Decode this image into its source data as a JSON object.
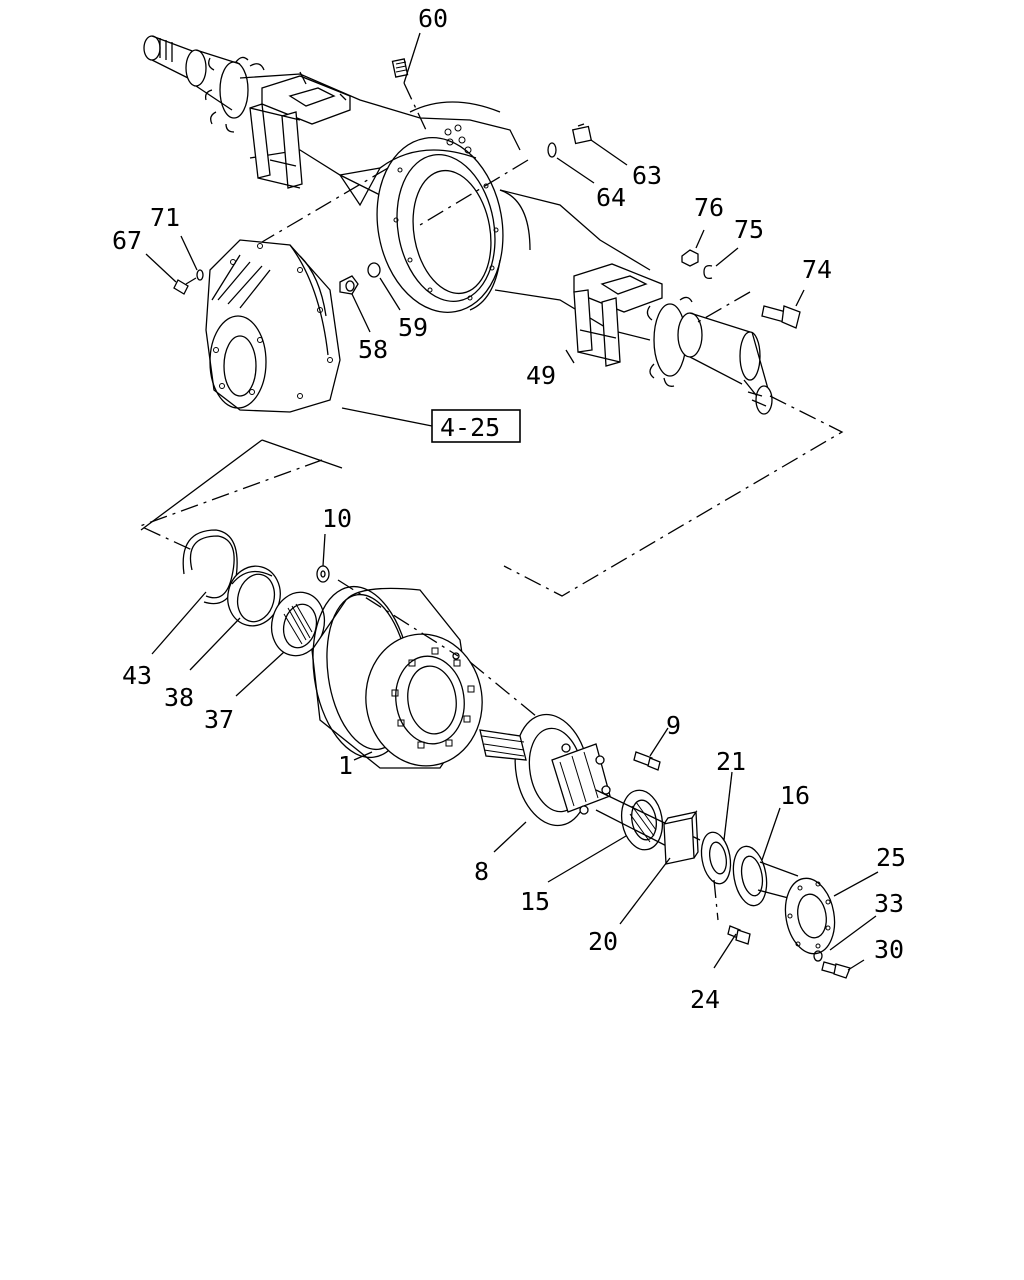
{
  "labels": {
    "p60": "60",
    "p63": "63",
    "p64": "64",
    "p67": "67",
    "p71": "71",
    "p76": "76",
    "p75": "75",
    "p74": "74",
    "p58": "58",
    "p59": "59",
    "p49": "49",
    "ref": "4-25",
    "p10": "10",
    "p43": "43",
    "p38": "38",
    "p37": "37",
    "p1": "1",
    "p9": "9",
    "p21": "21",
    "p16": "16",
    "p8": "8",
    "p15": "15",
    "p25": "25",
    "p33": "33",
    "p20": "20",
    "p30": "30",
    "p24": "24"
  }
}
